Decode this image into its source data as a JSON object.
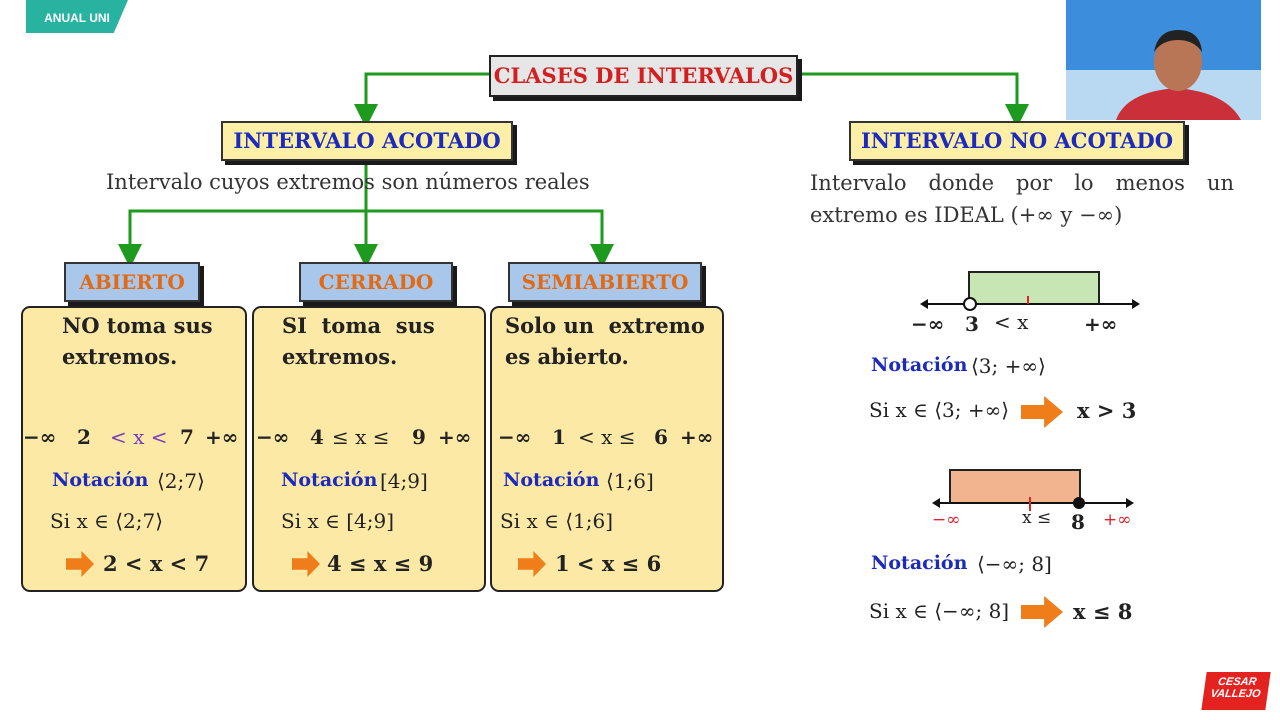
{
  "badge": "ANUAL UNI",
  "title": "CLASES DE INTERVALOS",
  "acotado": {
    "heading": "INTERVALO ACOTADO",
    "description": "Intervalo cuyos extremos son números reales"
  },
  "no_acotado": {
    "heading": "INTERVALO NO ACOTADO",
    "description_line1": "Intervalo donde por lo menos un",
    "description_line2": "extremo es IDEAL (+∞ y −∞)"
  },
  "abierto": {
    "label": "ABIERTO",
    "text_line1": "NO toma sus",
    "text_line2": "extremos.",
    "neg_inf": "−∞",
    "a": "2",
    "b": "7",
    "pos_inf": "+∞",
    "marks": "< x <",
    "notacion_label": "Notación",
    "notacion": "⟨2;7⟩",
    "si": "Si x ∈ ⟨2;7⟩",
    "result": "2 < x < 7"
  },
  "cerrado": {
    "label": "CERRADO",
    "text_line1": "SI  toma  sus",
    "text_line2": "extremos.",
    "neg_inf": "−∞",
    "a": "4",
    "b": "9",
    "pos_inf": "+∞",
    "marks": "≤ x ≤",
    "notacion_label": "Notación",
    "notacion": "[4;9]",
    "si": "Si x ∈ [4;9]",
    "result": "4 ≤ x ≤ 9"
  },
  "semiabierto": {
    "label": "SEMIABIERTO",
    "text_line1": "Solo un  extremo",
    "text_line2": "es abierto.",
    "neg_inf": "−∞",
    "a": "1",
    "b": "6",
    "pos_inf": "+∞",
    "marks": "< x ≤",
    "notacion_label": "Notación",
    "notacion": "⟨1;6]",
    "si": "Si x ∈ ⟨1;6]",
    "result": "1 < x ≤ 6"
  },
  "right_top": {
    "neg_inf": "−∞",
    "a": "3",
    "pos_inf": "+∞",
    "marks": "< x",
    "notacion_label": "Notación",
    "notacion": "⟨3; +∞⟩",
    "si": "Si x ∈ ⟨3; +∞⟩",
    "result": "x > 3"
  },
  "right_bottom": {
    "neg_inf": "−∞",
    "b": "8",
    "pos_inf": "+∞",
    "marks": "x ≤",
    "notacion_label": "Notación",
    "notacion": "⟨−∞; 8]",
    "si": "Si x ∈ ⟨−∞; 8]",
    "result": "x ≤ 8"
  },
  "logo": {
    "line1": "CESAR",
    "line2": "VALLEJO"
  },
  "colors": {
    "green": "#1e9a1e",
    "orange": "#ef7d1a",
    "yellow": "#fde9a6",
    "blue_box": "#a9c7ea",
    "red": "#e0222d",
    "teal": "#27b3a0"
  }
}
